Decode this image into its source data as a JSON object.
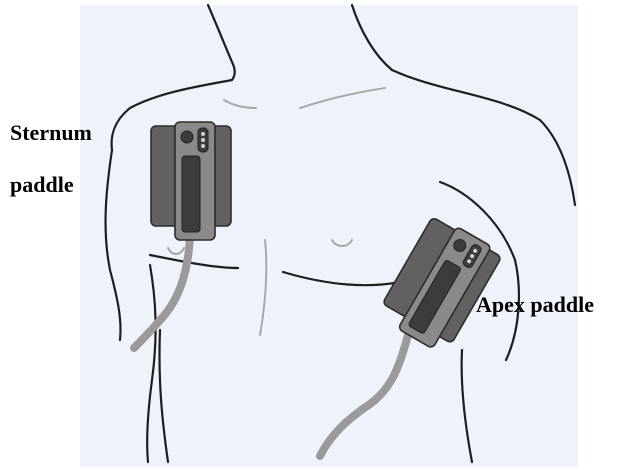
{
  "labels": {
    "sternum_line1": "Sternum",
    "sternum_line2": "paddle",
    "apex": "Apex paddle"
  },
  "colors": {
    "background_panel": "#eef2fa",
    "body_outline": "#1e1e1e",
    "paddle_body": "#616161",
    "paddle_handle": "#8a8a8a",
    "paddle_grip": "#3c3c3c",
    "cable": "#9a9a9a",
    "label_text": "#000000"
  },
  "icons": {
    "sternum_paddle": "defibrillator-paddle-icon",
    "apex_paddle": "defibrillator-paddle-icon"
  }
}
